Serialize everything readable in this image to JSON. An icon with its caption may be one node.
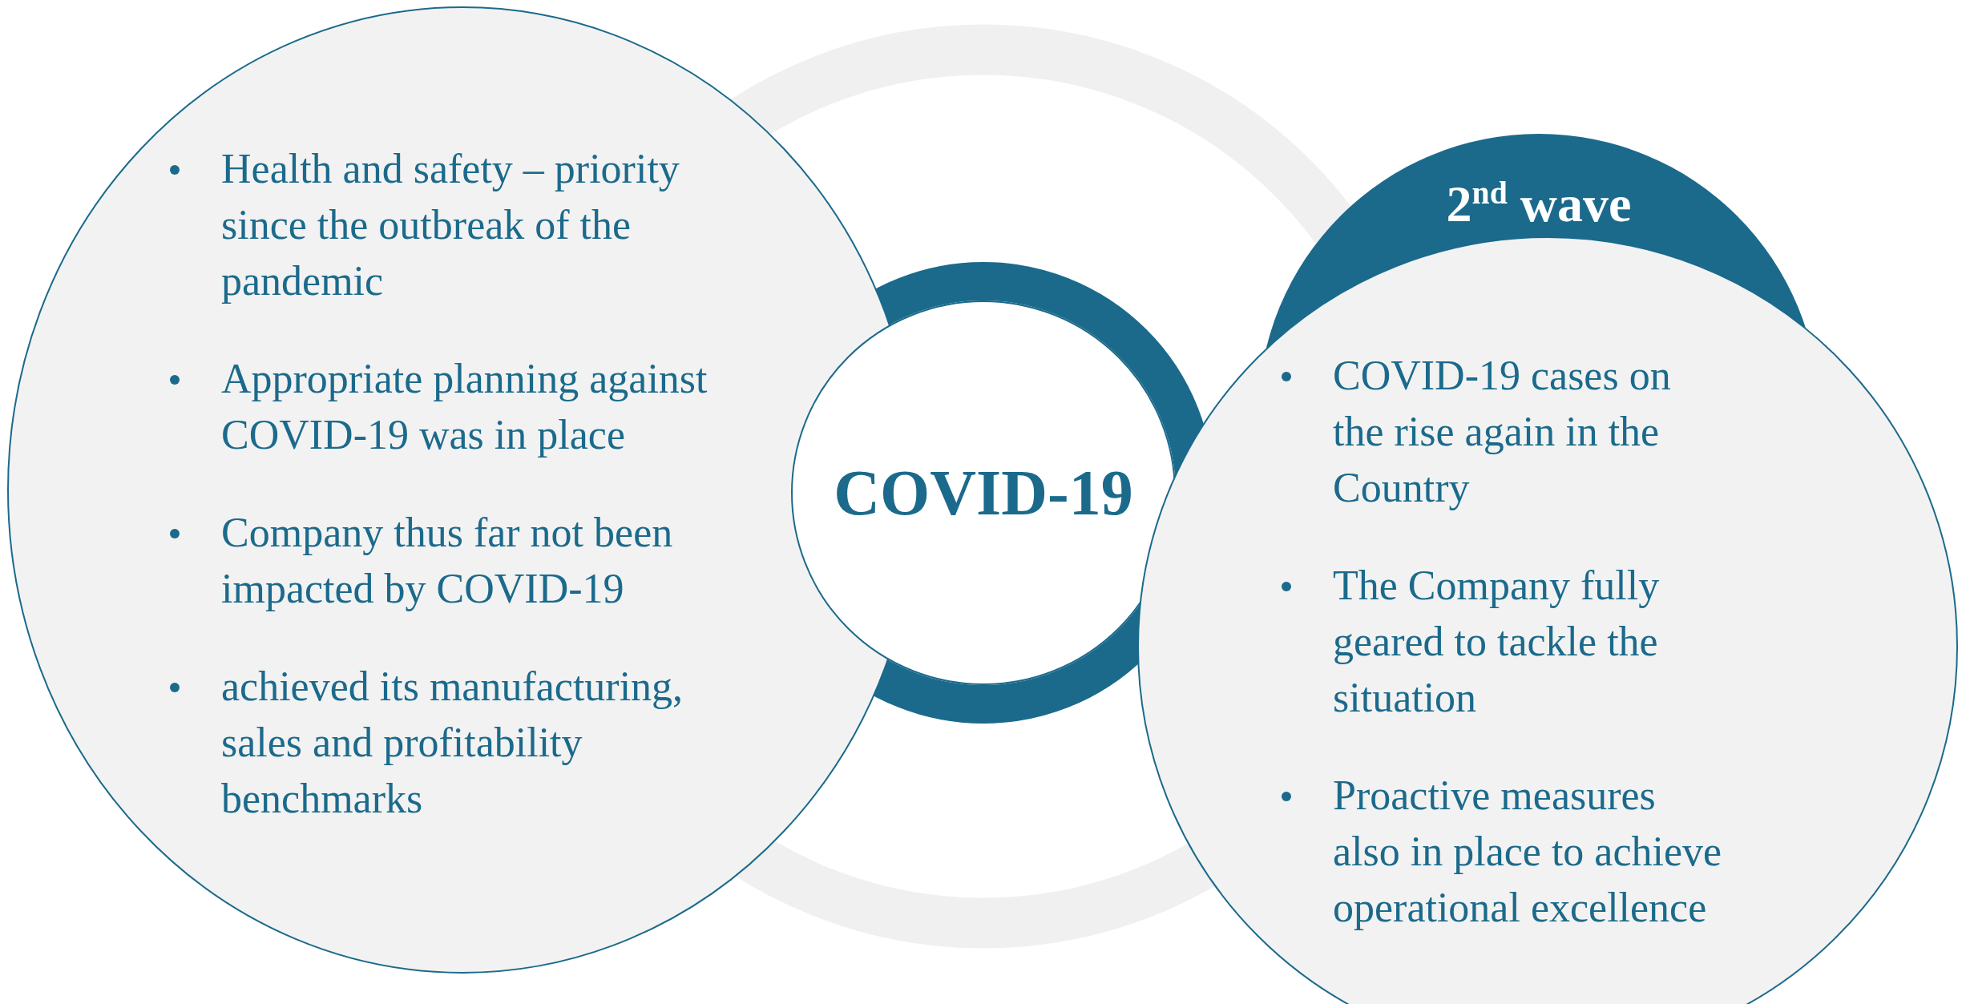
{
  "diagram": {
    "nodes": [
      {
        "text": [
          "Health and safety – priority since the outbreak of the pandemic",
          "Appropriate planning against COVID-19 was in place",
          "Company thus far not been impacted by COVID-19",
          "achieved its manufacturing, sales and profitability benchmarks"
        ]
      },
      {
        "text": [
          "COVID-19"
        ]
      },
      {
        "text": [
          "2$^{nd}$ wave"
        ]
      },
      {
        "text": [
          "COVID-19 cases on the rise again in the Country",
          "The Company fully geared to tackle the situation",
          "Proactive measures also in place to achieve operational excellence"
        ]
      }
    ]
  }
}
